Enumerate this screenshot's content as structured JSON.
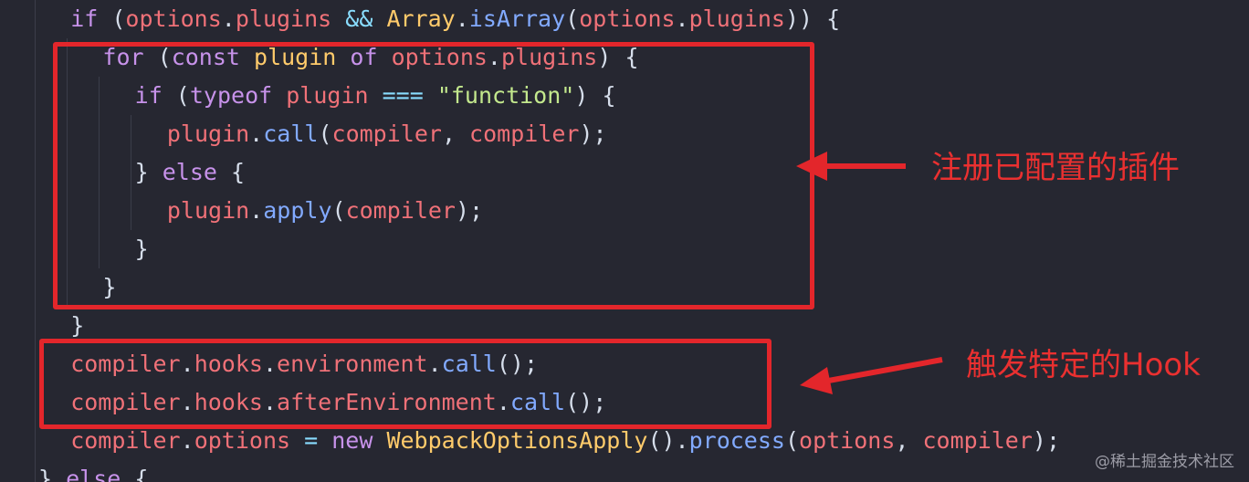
{
  "code": {
    "lines": [
      {
        "indent": "  ",
        "tokens": [
          [
            "kw",
            "if"
          ],
          [
            "pl",
            " ("
          ],
          [
            "obj",
            "options"
          ],
          [
            "pl",
            "."
          ],
          [
            "obj",
            "plugins"
          ],
          [
            "pl",
            " "
          ],
          [
            "op",
            "&&"
          ],
          [
            "pl",
            " "
          ],
          [
            "cls",
            "Array"
          ],
          [
            "pl",
            "."
          ],
          [
            "fn",
            "isArray"
          ],
          [
            "pl",
            "("
          ],
          [
            "obj",
            "options"
          ],
          [
            "pl",
            "."
          ],
          [
            "obj",
            "plugins"
          ],
          [
            "pl",
            ")) {"
          ]
        ]
      },
      {
        "indent": "    ",
        "tokens": [
          [
            "kw",
            "for"
          ],
          [
            "pl",
            " ("
          ],
          [
            "kw",
            "const"
          ],
          [
            "pl",
            " "
          ],
          [
            "cls",
            "plugin"
          ],
          [
            "pl",
            " "
          ],
          [
            "kw",
            "of"
          ],
          [
            "pl",
            " "
          ],
          [
            "obj",
            "options"
          ],
          [
            "pl",
            "."
          ],
          [
            "obj",
            "plugins"
          ],
          [
            "pl",
            ") {"
          ]
        ]
      },
      {
        "indent": "      ",
        "tokens": [
          [
            "kw",
            "if"
          ],
          [
            "pl",
            " ("
          ],
          [
            "kw",
            "typeof"
          ],
          [
            "pl",
            " "
          ],
          [
            "obj",
            "plugin"
          ],
          [
            "pl",
            " "
          ],
          [
            "op",
            "==="
          ],
          [
            "pl",
            " "
          ],
          [
            "str",
            "\"function\""
          ],
          [
            "pl",
            ") {"
          ]
        ]
      },
      {
        "indent": "        ",
        "tokens": [
          [
            "obj",
            "plugin"
          ],
          [
            "pl",
            "."
          ],
          [
            "fn",
            "call"
          ],
          [
            "pl",
            "("
          ],
          [
            "obj",
            "compiler"
          ],
          [
            "pl",
            ", "
          ],
          [
            "obj",
            "compiler"
          ],
          [
            "pl",
            ");"
          ]
        ]
      },
      {
        "indent": "      ",
        "tokens": [
          [
            "pl",
            "} "
          ],
          [
            "kw",
            "else"
          ],
          [
            "pl",
            " {"
          ]
        ]
      },
      {
        "indent": "        ",
        "tokens": [
          [
            "obj",
            "plugin"
          ],
          [
            "pl",
            "."
          ],
          [
            "fn",
            "apply"
          ],
          [
            "pl",
            "("
          ],
          [
            "obj",
            "compiler"
          ],
          [
            "pl",
            ");"
          ]
        ]
      },
      {
        "indent": "      ",
        "tokens": [
          [
            "pl",
            "}"
          ]
        ]
      },
      {
        "indent": "    ",
        "tokens": [
          [
            "pl",
            "}"
          ]
        ]
      },
      {
        "indent": "  ",
        "tokens": [
          [
            "pl",
            "}"
          ]
        ]
      },
      {
        "indent": "  ",
        "tokens": [
          [
            "obj",
            "compiler"
          ],
          [
            "pl",
            "."
          ],
          [
            "obj",
            "hooks"
          ],
          [
            "pl",
            "."
          ],
          [
            "obj",
            "environment"
          ],
          [
            "pl",
            "."
          ],
          [
            "fn",
            "call"
          ],
          [
            "pl",
            "();"
          ]
        ]
      },
      {
        "indent": "  ",
        "tokens": [
          [
            "obj",
            "compiler"
          ],
          [
            "pl",
            "."
          ],
          [
            "obj",
            "hooks"
          ],
          [
            "pl",
            "."
          ],
          [
            "obj",
            "afterEnvironment"
          ],
          [
            "pl",
            "."
          ],
          [
            "fn",
            "call"
          ],
          [
            "pl",
            "();"
          ]
        ]
      },
      {
        "indent": "  ",
        "tokens": [
          [
            "obj",
            "compiler"
          ],
          [
            "pl",
            "."
          ],
          [
            "obj",
            "options"
          ],
          [
            "pl",
            " "
          ],
          [
            "op",
            "="
          ],
          [
            "pl",
            " "
          ],
          [
            "kw",
            "new"
          ],
          [
            "pl",
            " "
          ],
          [
            "cls",
            "WebpackOptionsApply"
          ],
          [
            "pl",
            "()."
          ],
          [
            "fn",
            "process"
          ],
          [
            "pl",
            "("
          ],
          [
            "obj",
            "options"
          ],
          [
            "pl",
            ", "
          ],
          [
            "obj",
            "compiler"
          ],
          [
            "pl",
            ");"
          ]
        ]
      },
      {
        "indent": "",
        "tokens": [
          [
            "pl",
            "} "
          ],
          [
            "kw",
            "else"
          ],
          [
            "pl",
            " {"
          ]
        ]
      }
    ]
  },
  "annotations": {
    "register_plugins": "注册已配置的插件",
    "trigger_hook": "触发特定的Hook"
  },
  "watermark": "@稀土掘金技术社区",
  "colors": {
    "background": "#262731",
    "highlight_box": "#e3262b",
    "annotation_text": "#ea3030"
  }
}
